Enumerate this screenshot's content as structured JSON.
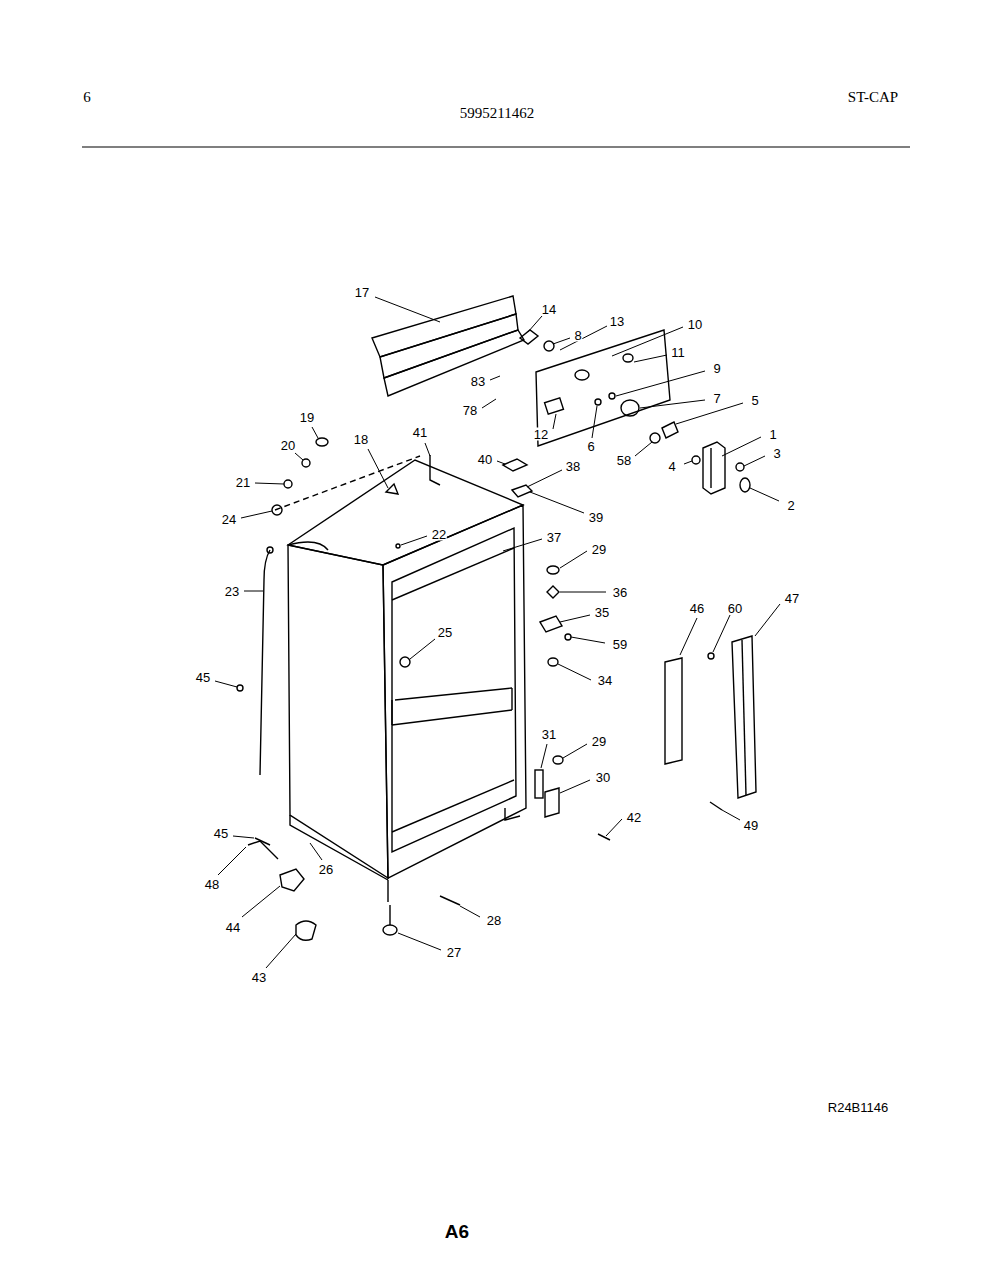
{
  "diagram": {
    "labels": [
      "6",
      "5995211462",
      "ST-CAP",
      "17",
      "14",
      "8",
      "13",
      "10",
      "11",
      "83",
      "9",
      "78",
      "7",
      "5",
      "12",
      "6",
      "58",
      "1",
      "4",
      "3",
      "2",
      "19",
      "18",
      "41",
      "40",
      "38",
      "20",
      "21",
      "39",
      "24",
      "22",
      "37",
      "29",
      "23",
      "36",
      "35",
      "59",
      "46",
      "60",
      "47",
      "25",
      "34",
      "45",
      "31",
      "29",
      "30",
      "42",
      "49",
      "45",
      "48",
      "26",
      "44",
      "28",
      "27",
      "43",
      "R24B1146",
      "A6"
    ]
  }
}
